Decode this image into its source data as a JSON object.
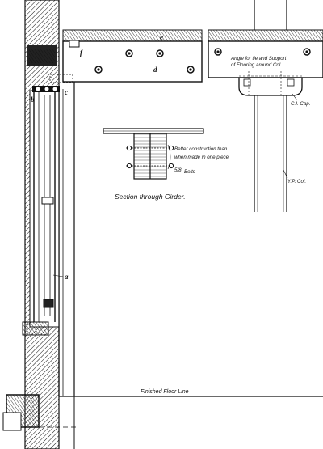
{
  "letters": {
    "a": "a",
    "b": "b",
    "c": "c",
    "d": "d",
    "e": "e",
    "f": "f"
  },
  "notes": {
    "angle_line1": "Angle for tie and Support",
    "angle_line2": "of Flooring around Col.",
    "ci_cap": "C.I. Cap.",
    "yp_col": "Y.P. Col.",
    "better_line1": "Better construction than",
    "better_line2": "when made in one piece",
    "bolts_fraction": "5/8",
    "bolts": "Bolts",
    "section_caption": "Section through Girder.",
    "floor_line": "Finished Floor Line"
  },
  "colors": {
    "ink": "#111111",
    "paper": "#ffffff"
  }
}
